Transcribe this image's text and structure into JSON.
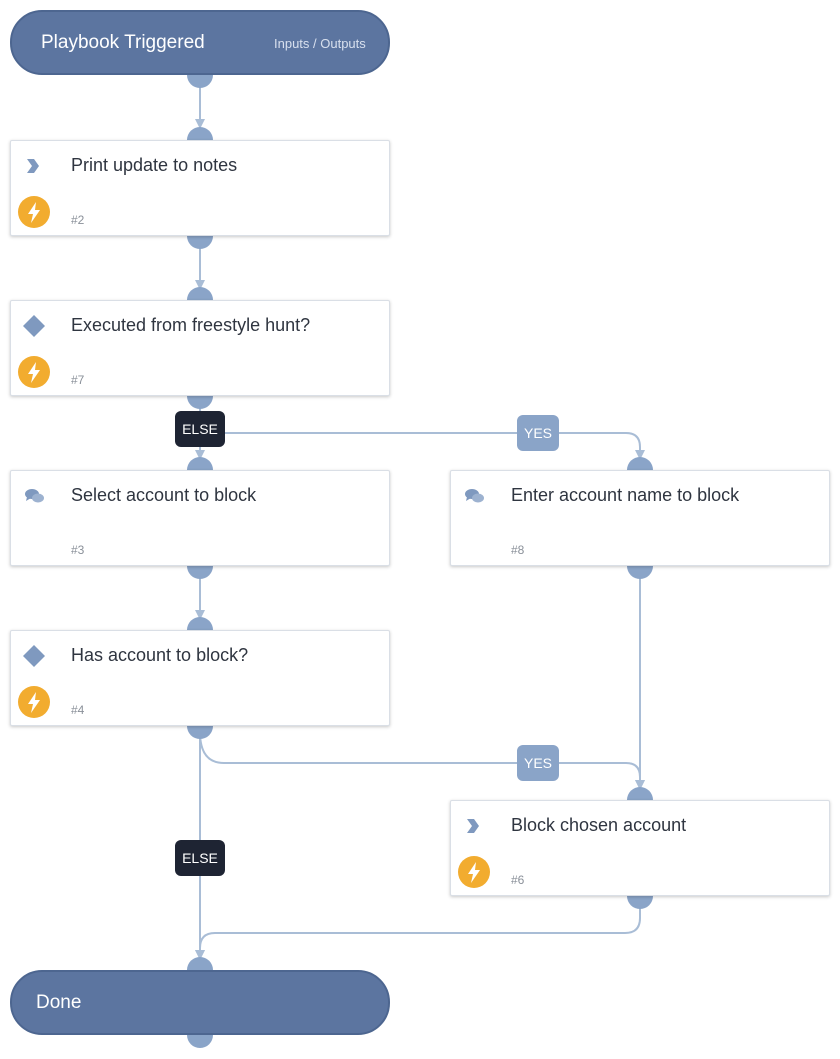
{
  "start": {
    "title": "Playbook Triggered",
    "link": "Inputs / Outputs"
  },
  "tasks": [
    {
      "id": "print",
      "name": "Print update to notes",
      "number": "#2",
      "type": "command-icon",
      "automated": true
    },
    {
      "id": "freestyle",
      "name": "Executed from freestyle hunt?",
      "number": "#7",
      "type": "condition-icon",
      "automated": true
    },
    {
      "id": "select",
      "name": "Select account to block",
      "number": "#3",
      "type": "chat-icon",
      "automated": false
    },
    {
      "id": "enter",
      "name": "Enter account name to block",
      "number": "#8",
      "type": "chat-icon",
      "automated": false
    },
    {
      "id": "has",
      "name": "Has account to block?",
      "number": "#4",
      "type": "condition-icon",
      "automated": true
    },
    {
      "id": "block",
      "name": "Block chosen account",
      "number": "#6",
      "type": "command-icon",
      "automated": true
    }
  ],
  "branches": {
    "yes1": "YES",
    "else1": "ELSE",
    "yes2": "YES",
    "else2": "ELSE"
  },
  "end": {
    "title": "Done"
  },
  "colors": {
    "pill": "#5c75a0",
    "port": "#8aa4c8",
    "edge": "#a9bdd6",
    "yes_badge": "#8aa4c8",
    "else_badge": "#1e2433",
    "bolt": "#f2ac2f",
    "icon": "#7f99bf"
  }
}
